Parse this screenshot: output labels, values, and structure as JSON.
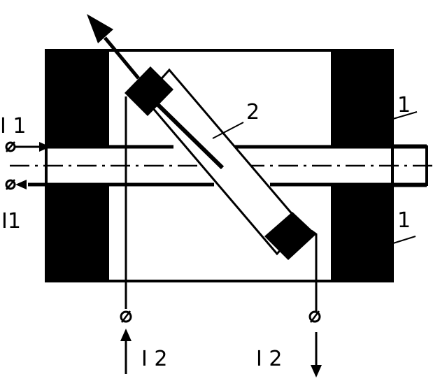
{
  "diagram": {
    "labels": {
      "part_1_upper": "1",
      "part_1_lower": "1",
      "part_2": "2",
      "current_input_left": "I 1",
      "current_output_left": "I1",
      "current_bottom_left": "I 2",
      "current_bottom_right": "I 2"
    },
    "terminal_symbol": "ø"
  }
}
